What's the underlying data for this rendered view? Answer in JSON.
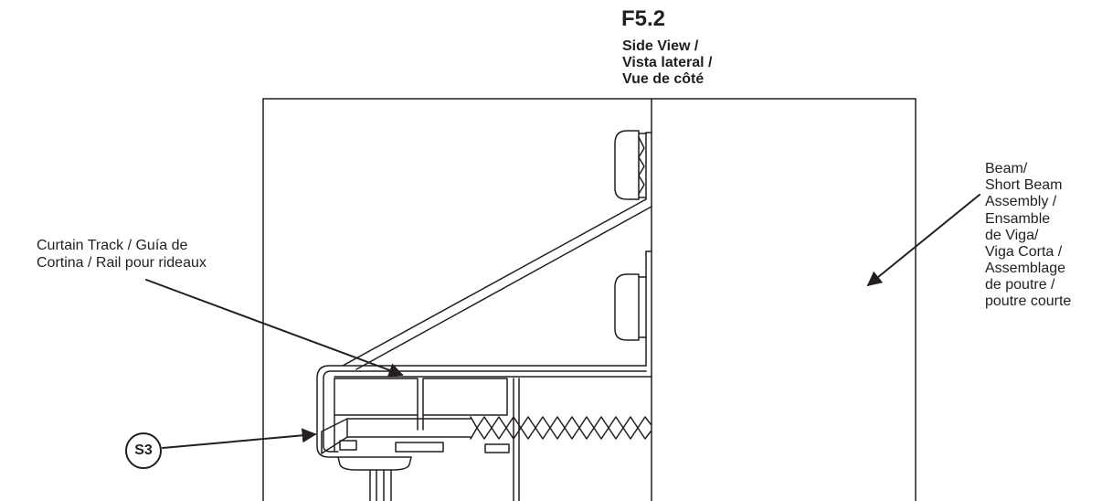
{
  "figure": {
    "number": "F5.2",
    "view_lines": [
      "Side View /",
      "Vista lateral /",
      "Vue de côté"
    ]
  },
  "callouts": {
    "curtain_track": [
      "Curtain Track / Guía de",
      "Cortina / Rail pour rideaux"
    ],
    "beam": [
      "Beam/",
      "Short Beam",
      "Assembly  /",
      "Ensamble",
      "de Viga/",
      "Viga Corta /",
      "Assemblage",
      "de poutre /",
      "poutre courte"
    ],
    "part_id": "S3"
  },
  "colors": {
    "line": "#231f20",
    "background": "#ffffff"
  }
}
